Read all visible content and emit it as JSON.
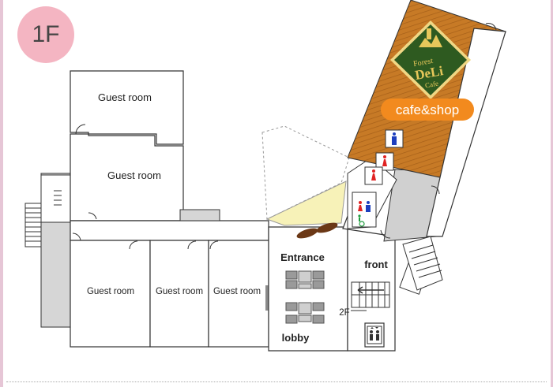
{
  "floor_label": "1F",
  "rooms": {
    "guest_room_1": "Guest room",
    "guest_room_2": "Guest room",
    "guest_room_3": "Guest room",
    "guest_room_4": "Guest room",
    "guest_room_5": "Guest room"
  },
  "areas": {
    "entrance": "Entrance",
    "lobby": "lobby",
    "front": "front",
    "stairs_2f": "2F",
    "cafe_shop": "cafe&shop"
  },
  "logo": {
    "line1": "Forest",
    "line2": "DeLi",
    "line3": "Cafe"
  },
  "icons": [
    "toilet-men-icon",
    "toilet-women-icon",
    "wheelchair-icon",
    "elevator-icon"
  ],
  "colors": {
    "badge": "#f4b5c2",
    "cafe_wood": "#c77a26",
    "logo_green": "#2e5a20",
    "logo_gold": "#e6c75a",
    "cafe_pill": "#f28a1e",
    "men": "#1d3fbf",
    "women": "#e02222",
    "accessible": "#1a9a3a"
  }
}
